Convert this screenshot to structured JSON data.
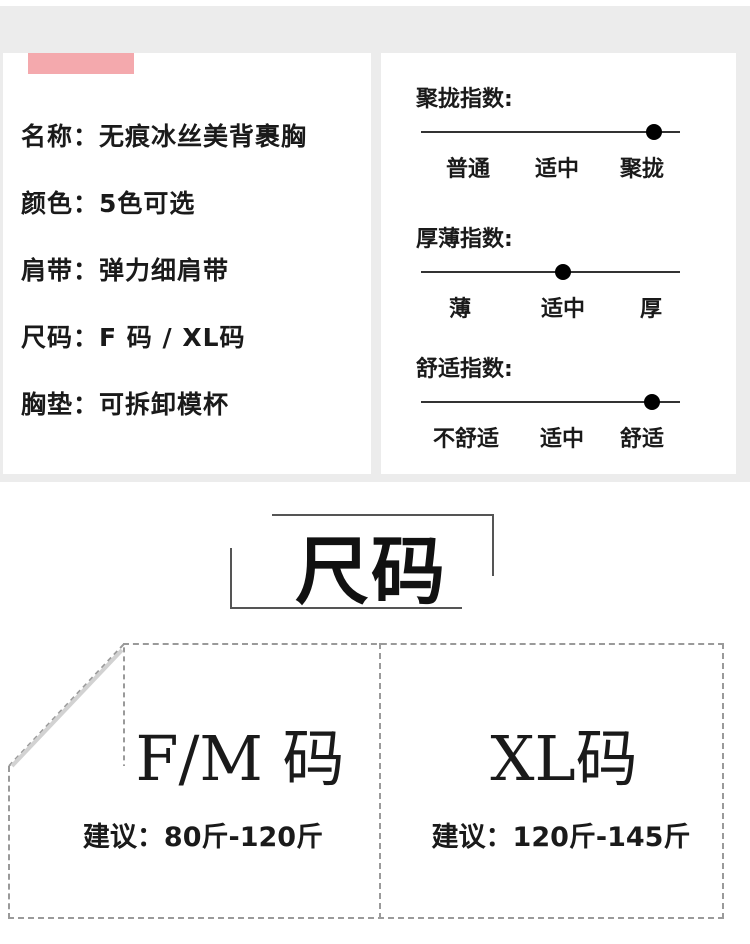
{
  "specs": {
    "items": [
      "名称：无痕冰丝美背裹胸",
      "颜色：5色可选",
      "肩带：弹力细肩带",
      "尺码：F 码 / XL码",
      "胸垫：可拆卸模杯"
    ]
  },
  "indices": [
    {
      "title": "聚拢指数:",
      "labels": [
        "普通",
        "适中",
        "聚拢"
      ],
      "level": 0.9
    },
    {
      "title": "厚薄指数:",
      "labels": [
        "薄",
        "适中",
        "厚"
      ],
      "level": 0.55
    },
    {
      "title": "舒适指数:",
      "labels": [
        "不舒适",
        "适中",
        "舒适"
      ],
      "level": 0.89
    }
  ],
  "size_section": {
    "title": "尺码"
  },
  "sizes": [
    {
      "name": "F/M 码",
      "note": "建议：80斤-120斤"
    },
    {
      "name": "XL码",
      "note": "建议：120斤-145斤"
    }
  ],
  "colors": {
    "accent": "#f4a9ad",
    "panel_bg": "#ececec"
  }
}
